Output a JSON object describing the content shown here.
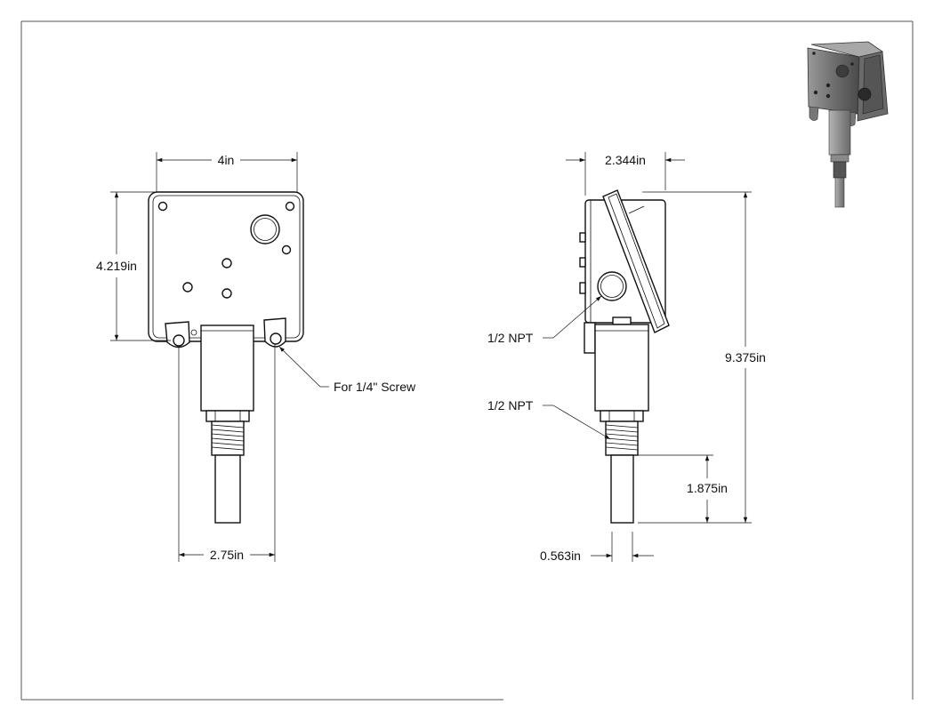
{
  "front_view": {
    "width_label": "4in",
    "height_label": "4.219in",
    "mount_spacing_label": "2.75in",
    "screw_note": "For 1/4\" Screw"
  },
  "side_view": {
    "depth_label": "2.344in",
    "overall_length_label": "9.375in",
    "conduit_label": "1/2 NPT",
    "process_label": "1/2 NPT",
    "probe_length_label": "1.875in",
    "probe_diameter_label": "0.563in"
  },
  "colors": {
    "line": "#111111",
    "background": "#ffffff",
    "render_body": "#7a7a7a"
  }
}
